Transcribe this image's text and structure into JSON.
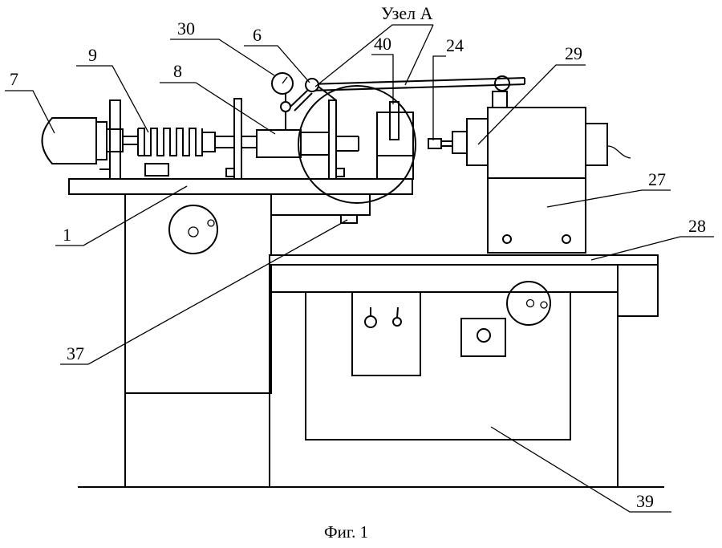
{
  "labels": {
    "l7": "7",
    "l9": "9",
    "l8": "8",
    "l30": "30",
    "l6": "6",
    "l_node_a": "Узел А",
    "l40": "40",
    "l24": "24",
    "l29": "29",
    "l27": "27",
    "l28": "28",
    "l1": "1",
    "l37": "37",
    "l39": "39"
  },
  "caption": "Фиг. 1"
}
